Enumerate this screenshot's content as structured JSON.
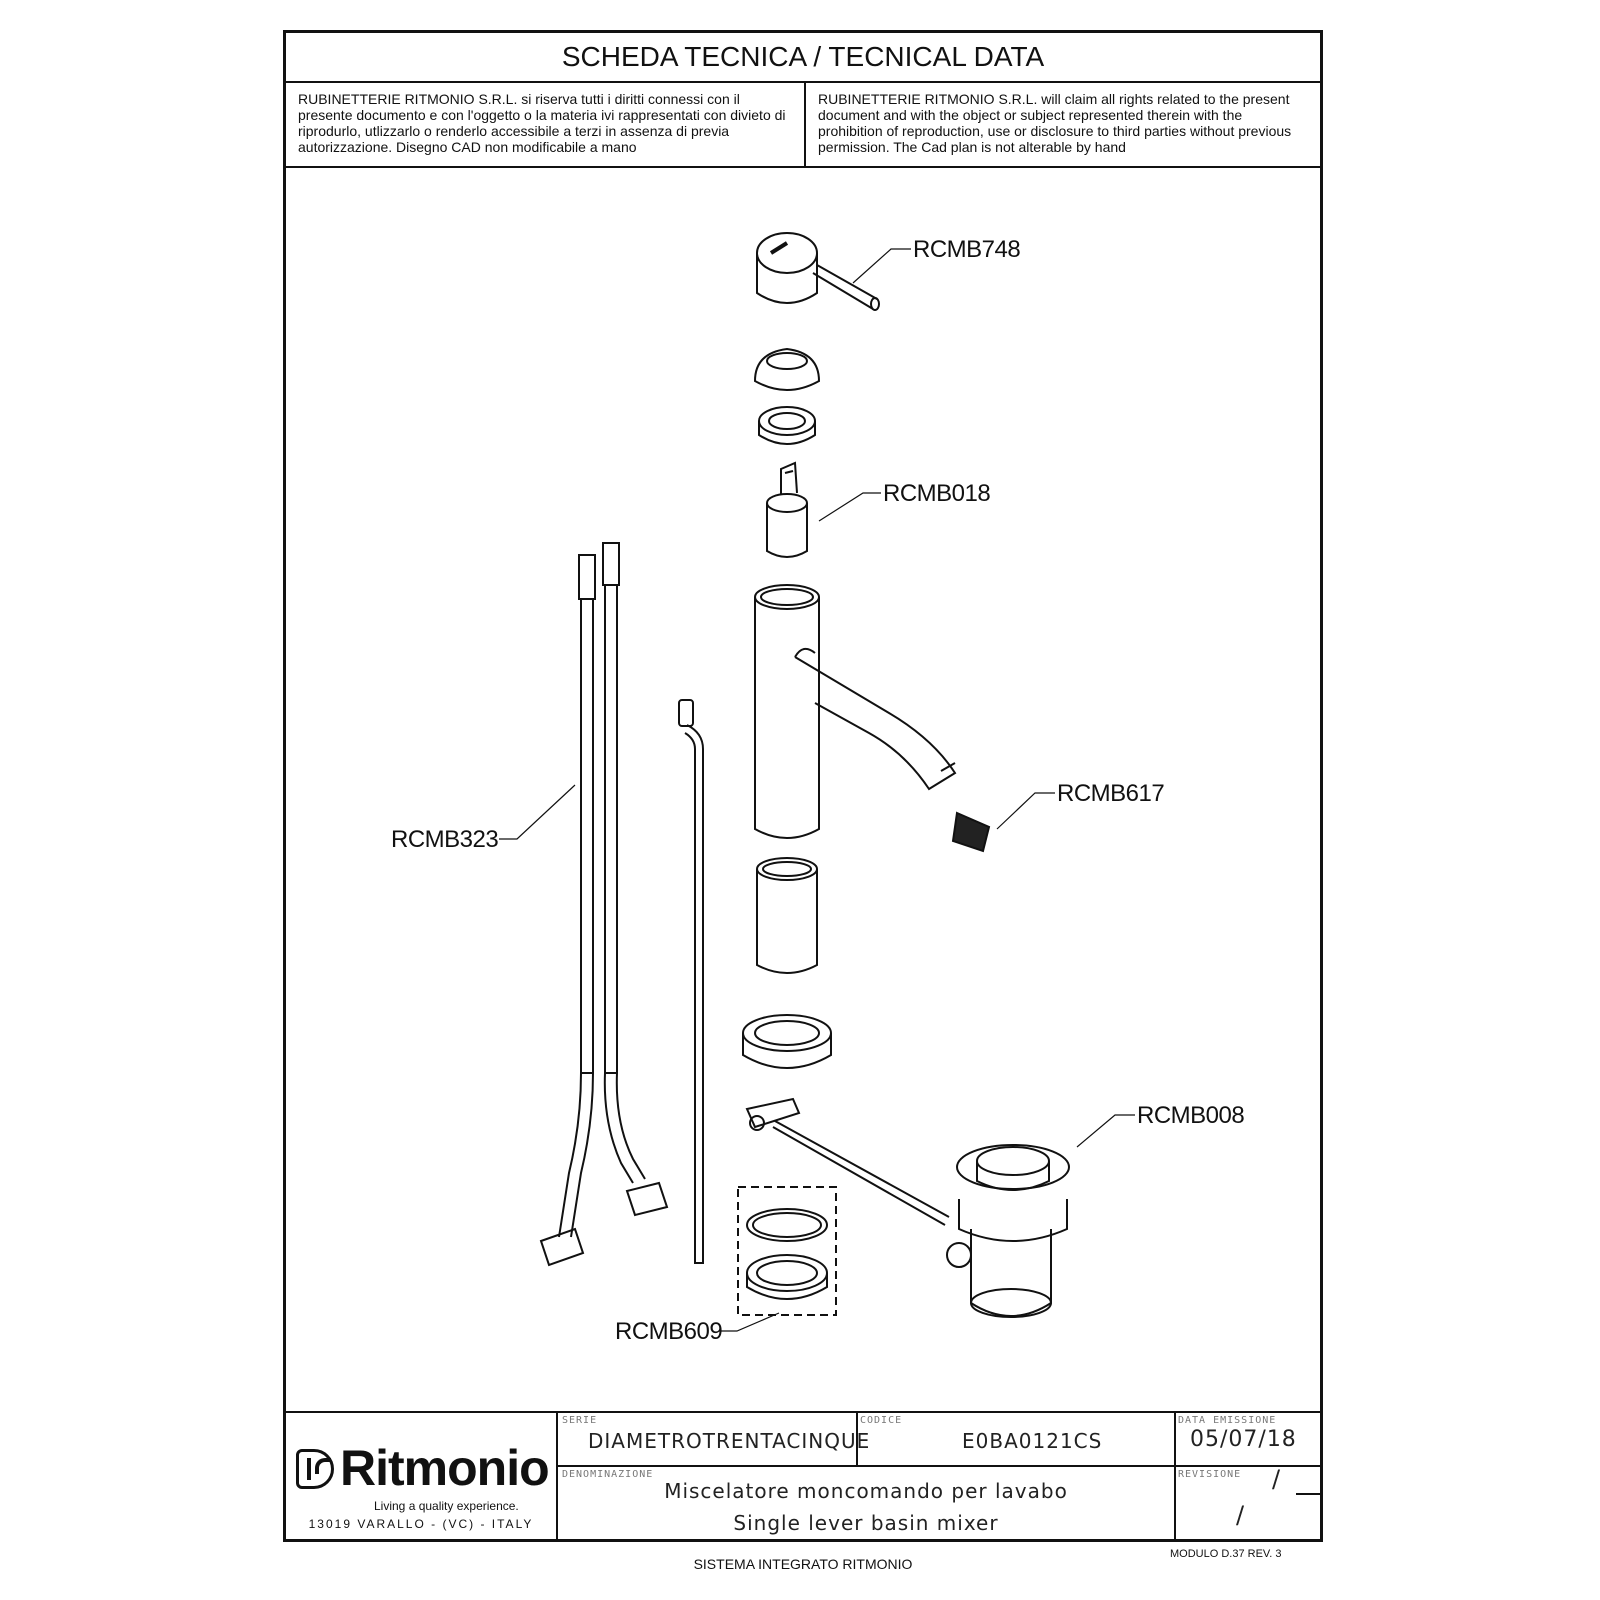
{
  "sheet": {
    "title": "SCHEDA TECNICA / TECNICAL DATA",
    "notice_it": "RUBINETTERIE RITMONIO S.R.L. si riserva tutti i diritti connessi con il presente documento e con l'oggetto o la materia ivi rappresentati con divieto di riprodurlo, utlizzarlo o renderlo accessibile a terzi in assenza di previa autorizzazione. Disegno CAD non modificabile a mano",
    "notice_en": "RUBINETTERIE RITMONIO S.R.L. will claim all rights related to the present document and with the object or subject represented therein with the prohibition  of reproduction, use or disclosure to third parties without previous permission.  The Cad plan is not alterable by hand"
  },
  "parts": {
    "lever_handle": "RCMB748",
    "cartridge": "RCMB018",
    "aerator": "RCMB617",
    "flexible_hoses": "RCMB323",
    "waste": "RCMB008",
    "gasket_kit": "RCMB609"
  },
  "titleblock": {
    "logo_name": "Ritmonio",
    "logo_tagline": "Living a quality experience.",
    "address": "13019 VARALLO - (VC) - ITALY",
    "serie_label": "SERIE",
    "serie_value": "DIAMETROTRENTACINQUE",
    "codice_label": "CODICE",
    "codice_value": "E0BA0121CS",
    "data_label": "DATA EMISSIONE",
    "data_value": "05/07/18",
    "denominazione_label": "DENOMINAZIONE",
    "denominazione_it": "Miscelatore moncomando per lavabo",
    "denominazione_en": "Single lever basin mixer",
    "revisione_label": "REVISIONE",
    "revisione_value_1": "/",
    "revisione_value_2": "/"
  },
  "footer": {
    "system": "SISTEMA INTEGRATO RITMONIO",
    "module": "MODULO D.37 REV. 3"
  }
}
